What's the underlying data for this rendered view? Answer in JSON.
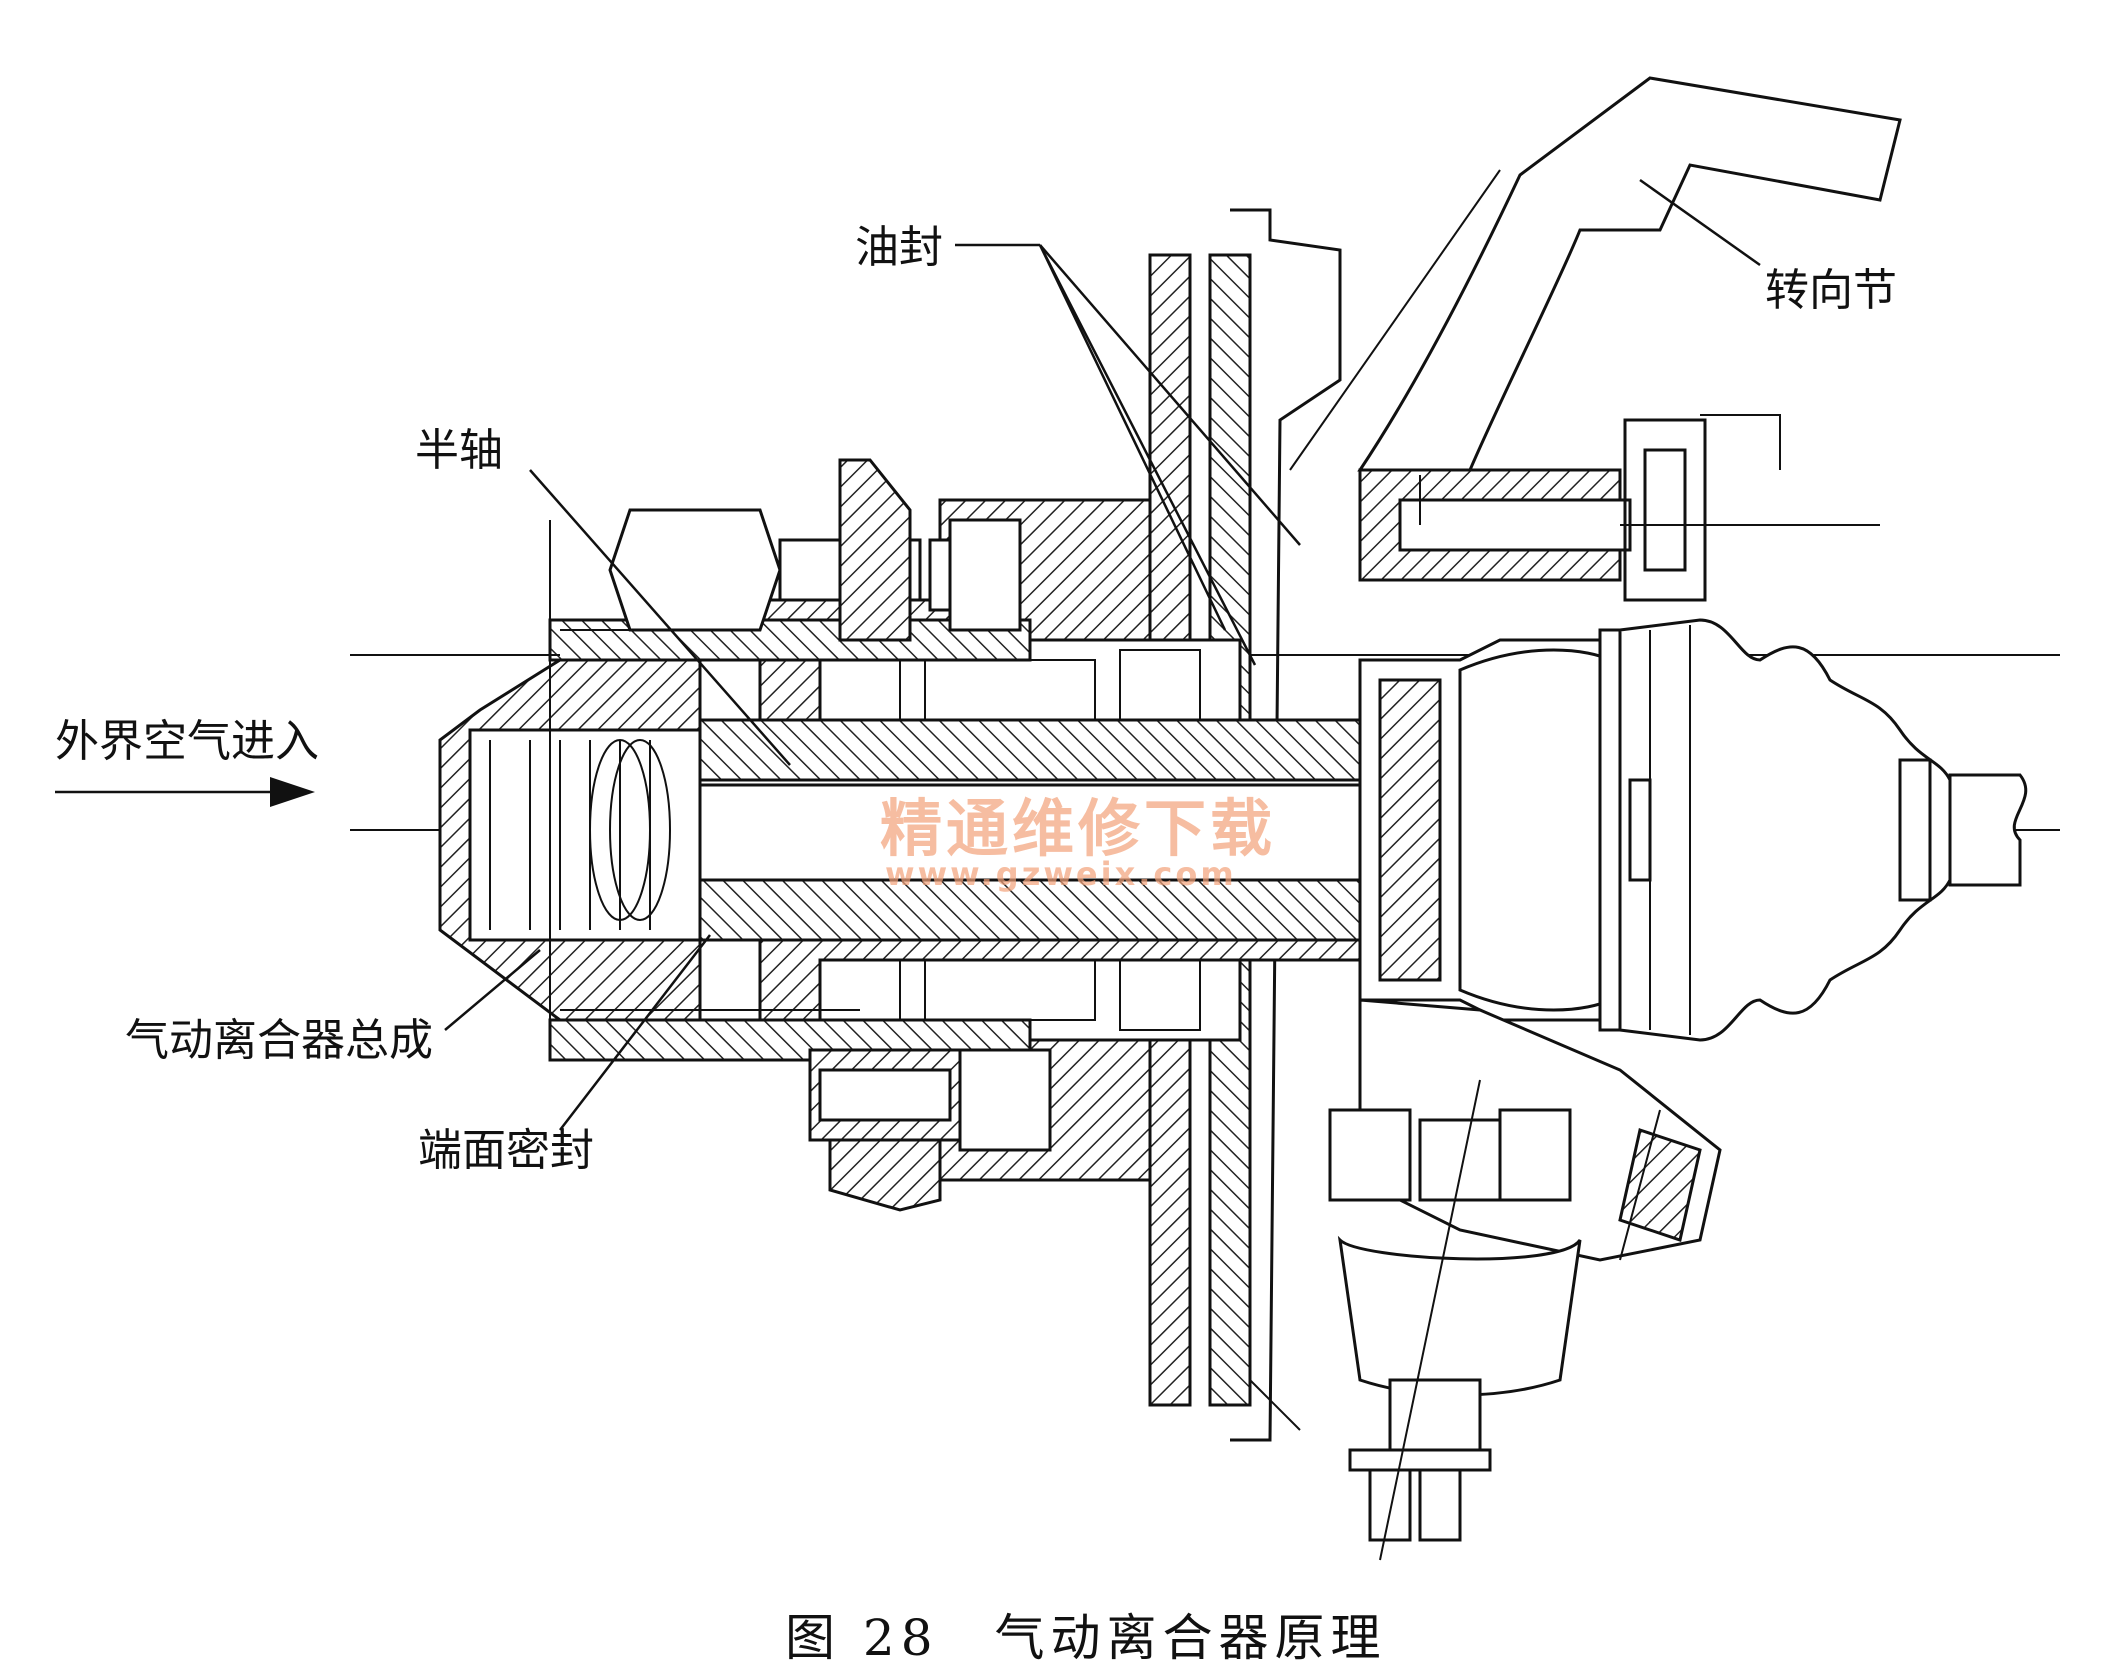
{
  "labels": {
    "oil_seal": "油封",
    "steering_knuckle": "转向节",
    "half_shaft": "半轴",
    "air_inlet": "外界空气进入",
    "clutch_assembly": "气动离合器总成",
    "face_seal": "端面密封"
  },
  "watermark": {
    "text": "精通维修下载",
    "url": "www.gzweix.com",
    "color": "#f3a27a"
  },
  "caption": "图 28　气动离合器原理"
}
